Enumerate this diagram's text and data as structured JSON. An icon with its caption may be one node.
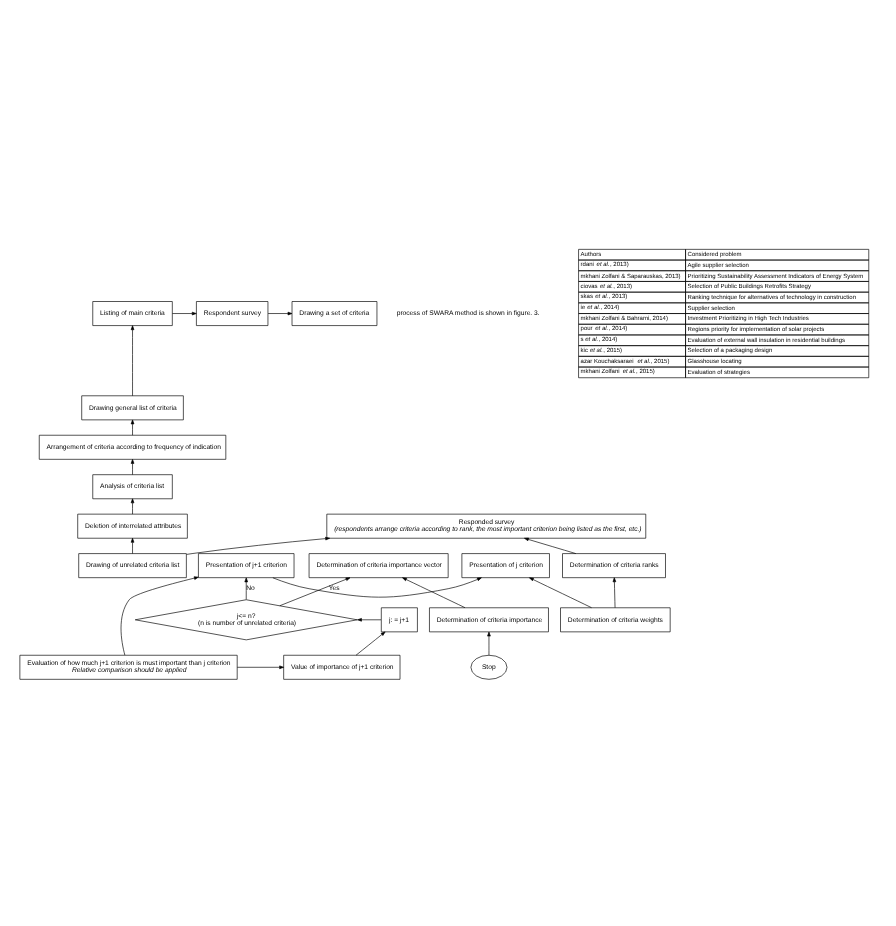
{
  "diagram": {
    "nodes": [
      {
        "text": [
          "Drawing a set of criteria"
        ]
      },
      {
        "text": [
          "Respondent survey"
        ]
      },
      {
        "text": [
          "Listing of main criteria"
        ]
      },
      {
        "text": [
          "Responded survey",
          "(respondents arrange criteria according to rank, the most important criterion being listed as the first, etc.)"
        ]
      },
      {
        "text": [
          "Drawing general list of criteria"
        ]
      },
      {
        "text": [
          "Determination of criteria ranks"
        ]
      },
      {
        "text": [
          "Arrangement of criteria according to frequency of indication"
        ]
      },
      {
        "text": [
          "Determination of criteria weights"
        ]
      },
      {
        "text": [
          "Analysis of criteria list"
        ]
      },
      {
        "text": [
          "Presentation of j criterion"
        ]
      },
      {
        "text": [
          "Presentation of j+1 criterion"
        ]
      },
      {
        "text": [
          "Deletion of interrelated attributes"
        ]
      },
      {
        "text": [
          "Drawing of unrelated criteria list"
        ]
      },
      {
        "text": [
          "Value of importance of j+1 criterion"
        ]
      },
      {
        "text": [
          "Evaluation of how much j+1 criterion is must important than j criterion",
          "Relative comparison should be applied"
        ]
      },
      {
        "text": [
          "j: = j+1"
        ]
      },
      {
        "text": [
          "j<= n?",
          "(n is number of unrelated criteria)"
        ]
      },
      {
        "text": [
          "Determination of criteria importance vector"
        ]
      },
      {
        "text": [
          "Determination of criteria importance"
        ]
      },
      {
        "text": [
          "Stop"
        ]
      }
    ],
    "edges": [
      {
        "from": 1,
        "to": 0,
        "arrow": "to"
      },
      {
        "from": 2,
        "to": 1,
        "arrow": "to"
      },
      {
        "from": 4,
        "to": 2,
        "arrow": "to"
      },
      {
        "from": 6,
        "to": 4,
        "arrow": "to"
      },
      {
        "from": 8,
        "to": 6,
        "arrow": "to"
      },
      {
        "from": 11,
        "to": 8,
        "arrow": "to"
      },
      {
        "from": 12,
        "to": 11,
        "arrow": "to"
      },
      {
        "from": 12,
        "to": 3,
        "arrow": "to"
      },
      {
        "from": 5,
        "to": 3,
        "arrow": "to"
      },
      {
        "from": 7,
        "to": 5,
        "arrow": "to"
      },
      {
        "from": 7,
        "to": 9,
        "arrow": "to"
      },
      {
        "from": 10,
        "to": 9,
        "arrow": "to"
      },
      {
        "from": 14,
        "to": 10,
        "arrow": "to"
      },
      {
        "from": 14,
        "to": 13,
        "arrow": "to"
      },
      {
        "from": 13,
        "to": 15,
        "arrow": "to"
      },
      {
        "from": 15,
        "to": 16,
        "arrow": "to"
      },
      {
        "from": 16,
        "to": 10,
        "arrow": "to",
        "label": "No"
      },
      {
        "from": 16,
        "to": 17,
        "arrow": "to",
        "label": "Yes"
      },
      {
        "from": 18,
        "to": 17,
        "arrow": "to"
      },
      {
        "from": 19,
        "to": 18,
        "arrow": "to"
      }
    ],
    "labels": [
      "Authors",
      "Considered problem",
      "rdani *et al.*, 2013)",
      "Agile supplier selection",
      "mkhani Zolfani & Saparauskas, 2013)",
      "Prioritizing Sustainability Assessment Indicators of Energy System",
      "ciovas *et al.*, 2013)",
      "Selection of Public Buildings Retrofits Strategy",
      "skas *et al.*, 2013)",
      "Ranking technique for alternatives of technology in construction",
      "ie *et al.*, 2014)",
      "Supplier selection",
      "mkhani Zolfani & Bahrami, 2014)",
      "Investment Prioritizing in High Tech Industries",
      "pour *et al.*, 2014)",
      "Regions priority for implementation of solar projects",
      "s *et al.*, 2014)",
      "Evaluation of external wall insulation in residential buildings",
      "kic *et al.*, 2015)",
      "Selection of a packaging design",
      "azar Kouchaksaraei *et al.*, 2015)",
      "Glasshouse locating",
      "mkhani Zolfani *et al.*, 2015)",
      "Evaluation of strategies",
      "process of SWARA method is shown in figure. 3."
    ]
  }
}
